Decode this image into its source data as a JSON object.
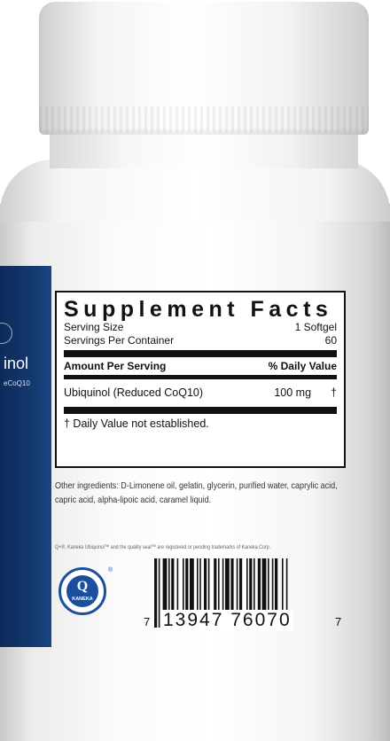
{
  "blue_panel": {
    "text_1": "inol",
    "text_2": "eCoQ10"
  },
  "facts": {
    "title": "Supplement Facts",
    "serving_size_label": "Serving Size",
    "serving_size_value": "1 Softgel",
    "servings_label": "Servings Per Container",
    "servings_value": "60",
    "amount_header": "Amount Per Serving",
    "dv_header": "% Daily Value",
    "ingredient_name": "Ubiquinol (Reduced CoQ10)",
    "ingredient_amount": "100 mg",
    "ingredient_dv": "†",
    "footnote": "† Daily Value not established."
  },
  "other_ingredients": "Other ingredients: D-Limonene oil, gelatin, glycerin, purified water, caprylic acid, capric acid, alpha-lipoic acid, caramel liquid.",
  "trademark_note": "Q+®, Kaneka Ubiquinol™ and the quality seal™ are registered or pending trademarks of Kaneka Corp.",
  "seal": {
    "symbol": "Q",
    "brand": "KANEKA",
    "reg_mark": "®"
  },
  "barcode": {
    "left_digit": "7",
    "main_digits": "13947 76070",
    "right_digit": "7"
  }
}
